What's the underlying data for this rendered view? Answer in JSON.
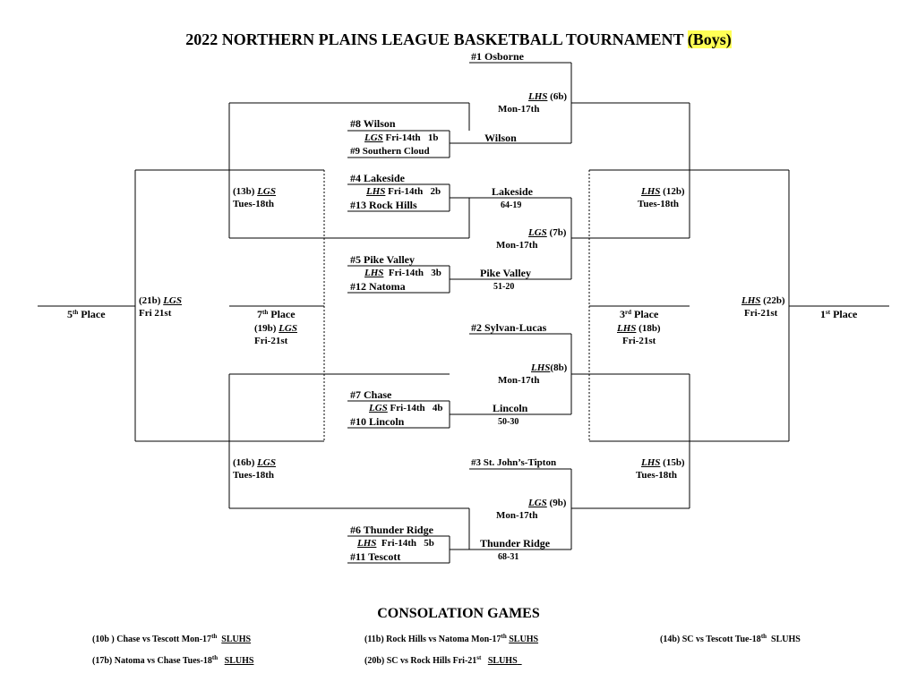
{
  "title": {
    "main": "2022 NORTHERN PLAINS LEAGUE BASKETBALL TOURNAMENT",
    "highlight": "(Boys)",
    "highlight_color": "#ffff55"
  },
  "teams": {
    "osborne": "#1  Osborne",
    "wilson": "#8  Wilson",
    "southern_cloud": "#9  Southern Cloud",
    "lakeside": "#4  Lakeside",
    "rock_hills": "#13 Rock Hills",
    "pike_valley": "#5 Pike Valley",
    "natoma": "#12  Natoma",
    "sylvan_lucas": "#2 Sylvan-Lucas",
    "chase": "#7  Chase",
    "lincoln": "#10  Lincoln",
    "st_johns": "#3 St. John’s-Tipton",
    "thunder_ridge": "#6 Thunder Ridge",
    "tescott": "#11  Tescott"
  },
  "games": {
    "g1": {
      "site": "LGS",
      "info": " Fri-14th   1b"
    },
    "g2": {
      "site": "LHS",
      "info": " Fri-14th   2b"
    },
    "g3": {
      "site": "LHS",
      "info": "  Fri-14th   3b"
    },
    "g4": {
      "site": "LGS",
      "info": " Fri-14th   4b"
    },
    "g5": {
      "site": "LHS",
      "info": "  Fri-14th   5b"
    },
    "g6": {
      "site": "LHS",
      "num": " (6b)",
      "date": "Mon-17th"
    },
    "g7": {
      "site": "LGS",
      "num": " (7b)",
      "date": "Mon-17th"
    },
    "g8": {
      "site": "LHS",
      "num": "(8b)",
      "date": "Mon-17th"
    },
    "g9": {
      "site": "LGS",
      "num": " (9b)",
      "date": "Mon-17th"
    },
    "g12": {
      "site": "LHS",
      "num": " (12b)",
      "date": "Tues-18th"
    },
    "g13": {
      "num": "(13b) ",
      "site": "LGS",
      "date": "Tues-18th"
    },
    "g15": {
      "site": "LHS",
      "num": " (15b)",
      "date": "Tues-18th"
    },
    "g16": {
      "num": "(16b) ",
      "site": "LGS",
      "date": "Tues-18th"
    },
    "g18": {
      "site": "LHS",
      "num": " (18b)",
      "date": "Fri-21st"
    },
    "g19": {
      "num": "(19b) ",
      "site": "LGS",
      "date": "Fri-21st"
    },
    "g21": {
      "num": "(21b) ",
      "site": "LGS",
      "date": "Fri 21st"
    },
    "g22": {
      "site": "LHS",
      "num": " (22b)",
      "date": "Fri-21st"
    }
  },
  "winners": {
    "w1": "Wilson",
    "w2": "Lakeside",
    "w2_score": "64-19",
    "w3": "Pike Valley",
    "w3_score": "51-20",
    "w4": "Lincoln",
    "w4_score": "50-30",
    "w5": "Thunder Ridge",
    "w5_score": "68-31"
  },
  "places": {
    "fifth": {
      "num": "5",
      "sup": "th",
      "word": " Place"
    },
    "seventh": {
      "num": "7",
      "sup": "th",
      "word": " Place"
    },
    "third": {
      "num": "3",
      "sup": "rd",
      "word": " Place"
    },
    "first": {
      "num": "1",
      "sup": "st",
      "word": " Place"
    }
  },
  "consolation": {
    "title": "CONSOLATION GAMES",
    "g10": {
      "pre": "(10b ) Chase vs Tescott Mon-17",
      "sup": "th",
      "site": "SLUHS"
    },
    "g11": {
      "pre": "(11b) Rock Hills vs Natoma Mon-17",
      "sup": "th",
      "site": "SLUHS"
    },
    "g14": {
      "pre": "(14b) SC vs Tescott Tue-18",
      "sup": "th",
      "site": "SLUHS"
    },
    "g17": {
      "pre": "(17b) Natoma vs Chase Tues-18",
      "sup": "th",
      "site": "SLUHS"
    },
    "g20": {
      "pre": "(20b) SC vs Rock Hills Fri-21",
      "sup": "st",
      "site": "SLUHS"
    }
  }
}
